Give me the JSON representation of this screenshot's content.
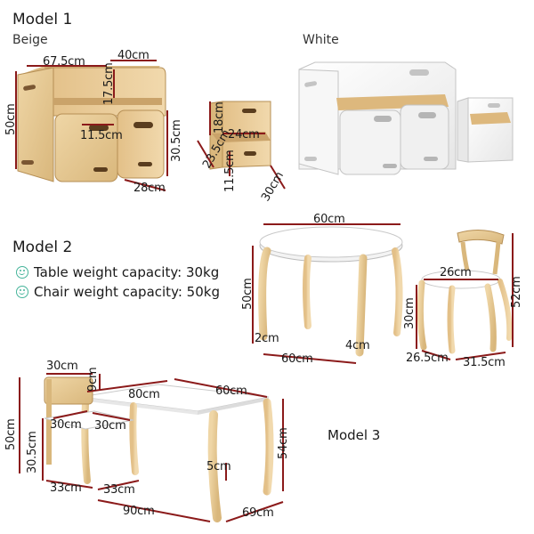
{
  "model1": {
    "title": "Model 1",
    "variant_beige": "Beige",
    "variant_white": "White",
    "dims": {
      "width": "67.5cm",
      "depth": "40cm",
      "height": "50cm",
      "back": "17.5cm",
      "cube_width": "11.5cm",
      "cube_height": "30.5cm",
      "cube_depth": "28cm",
      "chair_back": "18cm",
      "chair_width": "24cm",
      "chair_side": "23.5cm",
      "chair_seat_h": "11.5cm",
      "chair_depth": "30cm"
    }
  },
  "model2": {
    "title": "Model 2",
    "capacities": [
      {
        "icon": "smiley-icon",
        "text": "Table weight capacity: 30kg"
      },
      {
        "icon": "smiley-icon",
        "text": "Chair weight capacity: 50kg"
      }
    ],
    "dims": {
      "table_diameter": "60cm",
      "table_height": "50cm",
      "table_base": "60cm",
      "leg_top": "2cm",
      "leg_bottom": "4cm",
      "chair_seat": "26cm",
      "chair_height": "52cm",
      "chair_seat_h": "30cm",
      "chair_depth": "26.5cm",
      "chair_width": "31.5cm"
    }
  },
  "model3": {
    "title": "Model 3",
    "dims": {
      "chair_back_w": "30cm",
      "chair_back_h": "9cm",
      "table_width": "80cm",
      "table_depth": "60cm",
      "chair_height": "50cm",
      "chair_seat_w": "30cm",
      "chair_seat_d": "30cm",
      "chair_seat_h": "30.5cm",
      "chair_base_w": "33cm",
      "chair_base_d": "33cm",
      "leg": "5cm",
      "table_height": "54cm",
      "table_base_w": "90cm",
      "table_base_d": "69cm"
    }
  },
  "colors": {
    "dimension_line": "#8b1a1a",
    "wood": "#e6c793",
    "wood_dark": "#c9a66b",
    "white_panel": "#f4f4f4",
    "grey_edge": "#bdbdbd",
    "accent": "#45b49a"
  }
}
